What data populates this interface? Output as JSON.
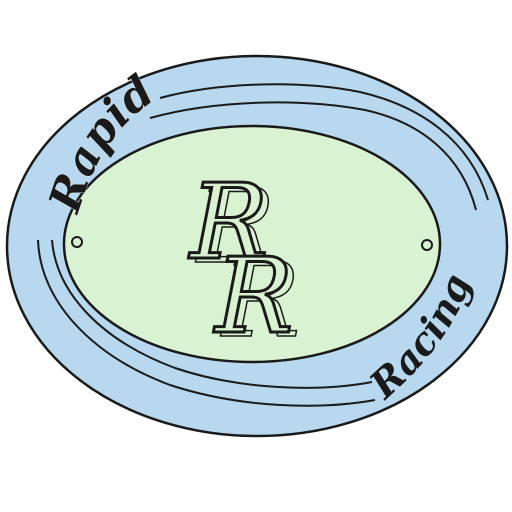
{
  "logo": {
    "word_top": "Rapid",
    "word_bottom": "Racing",
    "monogram_first": "R",
    "monogram_second": "R"
  },
  "colors": {
    "outer_fill": "#b7d8ee",
    "inner_fill": "#d9f2d1",
    "line": "#1a1a1a",
    "background": "#ffffff"
  }
}
